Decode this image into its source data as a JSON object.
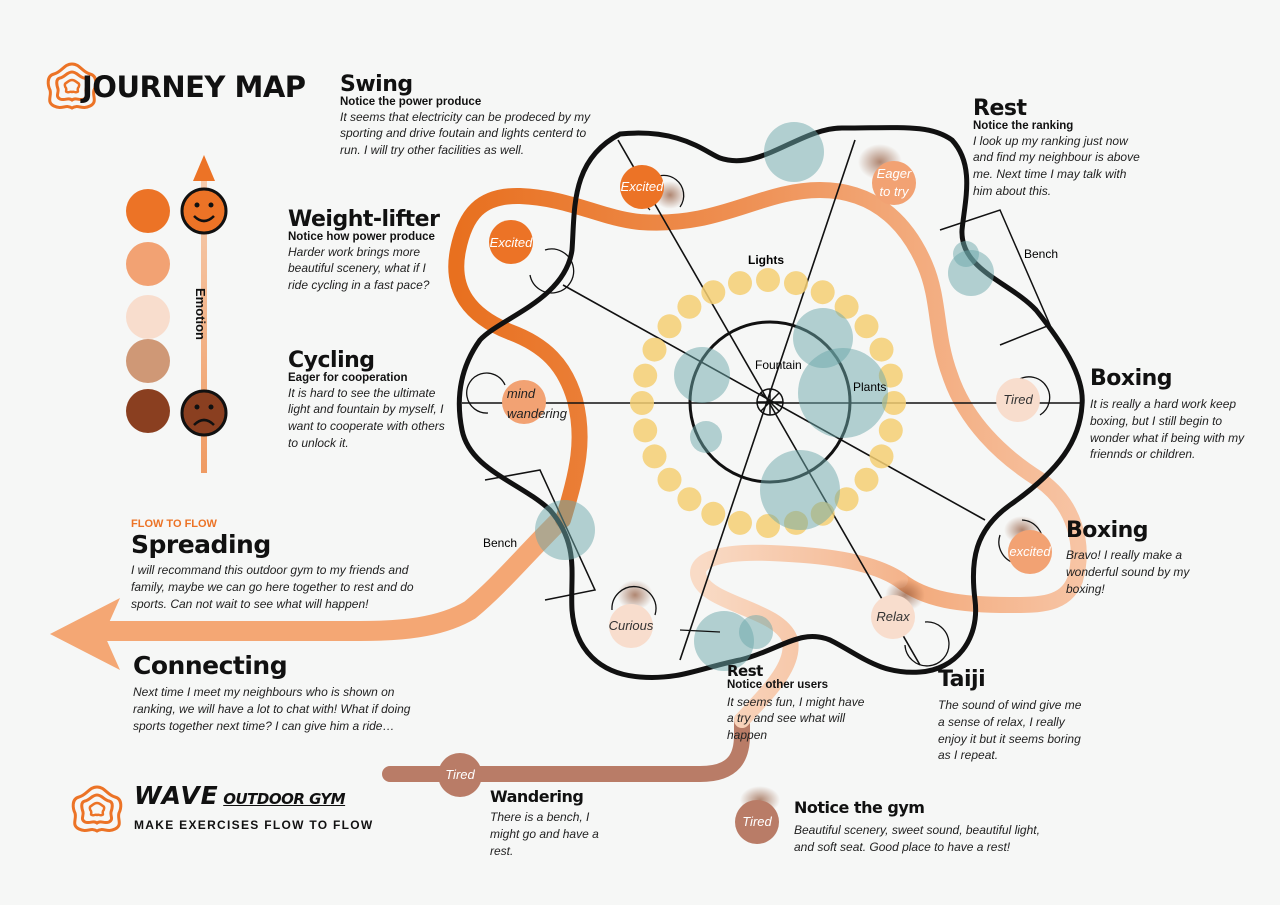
{
  "header": {
    "title": "JOURNEY MAP"
  },
  "emotion_scale": {
    "label": "Emotion",
    "colors": [
      "#ec7326",
      "#f2a273",
      "#f8ddcd",
      "#cf9876",
      "#8a3f20"
    ]
  },
  "brand": {
    "name": "WAVE",
    "suffix": "OUTDOOR GYM",
    "tagline": "MAKE EXERCISES FLOW TO FLOW"
  },
  "map_labels": {
    "lights": "Lights",
    "fountain": "Fountain",
    "plants": "Plants",
    "bench_left": "Bench",
    "bench_right": "Bench"
  },
  "stages": {
    "swing": {
      "title": "Swing",
      "subtitle": "Notice the power produce",
      "text": "It seems that electricity can be prodeced by my sporting and drive foutain and lights centerd to run. I will try other facilities as well."
    },
    "rest_top": {
      "title": "Rest",
      "subtitle": "Notice the ranking",
      "text": "I look up my ranking just now and find my neighbour is above me. Next time I may talk with him about this."
    },
    "weight": {
      "title": "Weight-lifter",
      "subtitle": "Notice how power produce",
      "text": "Harder work brings more beautiful scenery, what if I ride cycling in a fast pace?"
    },
    "cycling": {
      "title": "Cycling",
      "subtitle": "Eager for cooperation",
      "text": "It is hard to see the ultimate light and fountain by myself, I want to cooperate with others to unlock it."
    },
    "boxing1": {
      "title": "Boxing",
      "text": "It is really a hard work keep boxing, but I still begin to wonder what if being with my friennds or children."
    },
    "boxing2": {
      "title": "Boxing",
      "text": "Bravo! I really make a wonderful sound by my boxing!"
    },
    "spreading": {
      "kicker": "FLOW TO FLOW",
      "title": "Spreading",
      "text": "I will recommand this outdoor gym to my friends and family, maybe we can go here together to rest and do sports. Can not wait to see what will happen!"
    },
    "connecting": {
      "title": "Connecting",
      "text": "Next time I meet my neighbours who is shown on ranking, we will have a lot to chat with! What if doing sports together next time? I can give him a ride…"
    },
    "rest_bottom": {
      "title": "Rest",
      "subtitle": "Notice other users",
      "text": "It seems fun, I might have a try and see what will happen"
    },
    "taiji": {
      "title": "Taiji",
      "text": "The sound of wind give me a sense of relax, I really enjoy it but it seems boring as I repeat."
    },
    "wandering": {
      "title": "Wandering",
      "text": "There is a bench, I might go and have a rest."
    },
    "notice_gym": {
      "title": "Notice the gym",
      "text": "Beautiful scenery, sweet sound, beautiful light, and soft seat. Good place to have a rest!"
    }
  },
  "emotions": {
    "excited_swing": "Excited",
    "eager": [
      "Eager",
      "to try"
    ],
    "excited_weight": "Excited",
    "mind": [
      "mind",
      "wandering"
    ],
    "tired_boxing": "Tired",
    "excited_boxing": "excited",
    "relax": "Relax",
    "curious": "Curious",
    "tired_wander": "Tired",
    "tired_gym": "Tired"
  }
}
